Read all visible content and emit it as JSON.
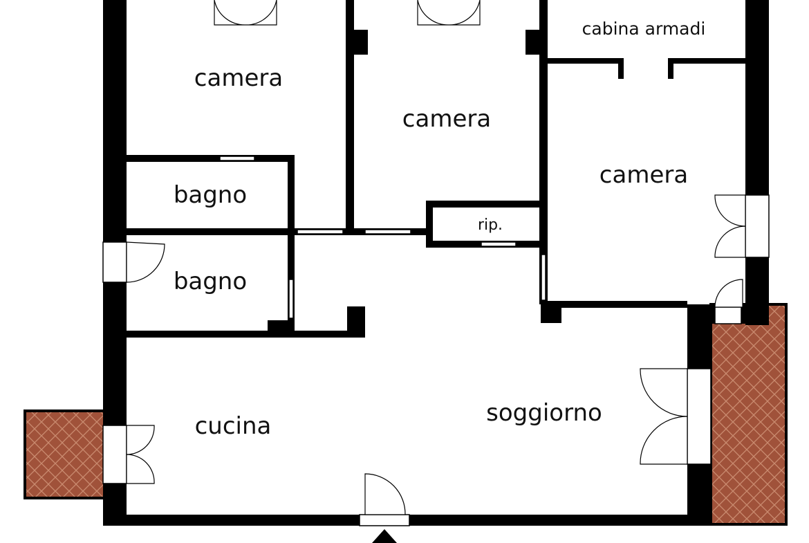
{
  "rooms": {
    "camera_1": "camera",
    "camera_2": "camera",
    "camera_3": "camera",
    "cabina_armadi": "cabina armadi",
    "bagno_1": "bagno",
    "bagno_2": "bagno",
    "ripostiglio": "rip.",
    "cucina": "cucina",
    "soggiorno": "soggiorno"
  },
  "colors": {
    "wall": "#000000",
    "terrace_tile": "#a0523a",
    "background": "#ffffff"
  },
  "icons": {
    "entrance": "entrance-arrow-icon"
  }
}
